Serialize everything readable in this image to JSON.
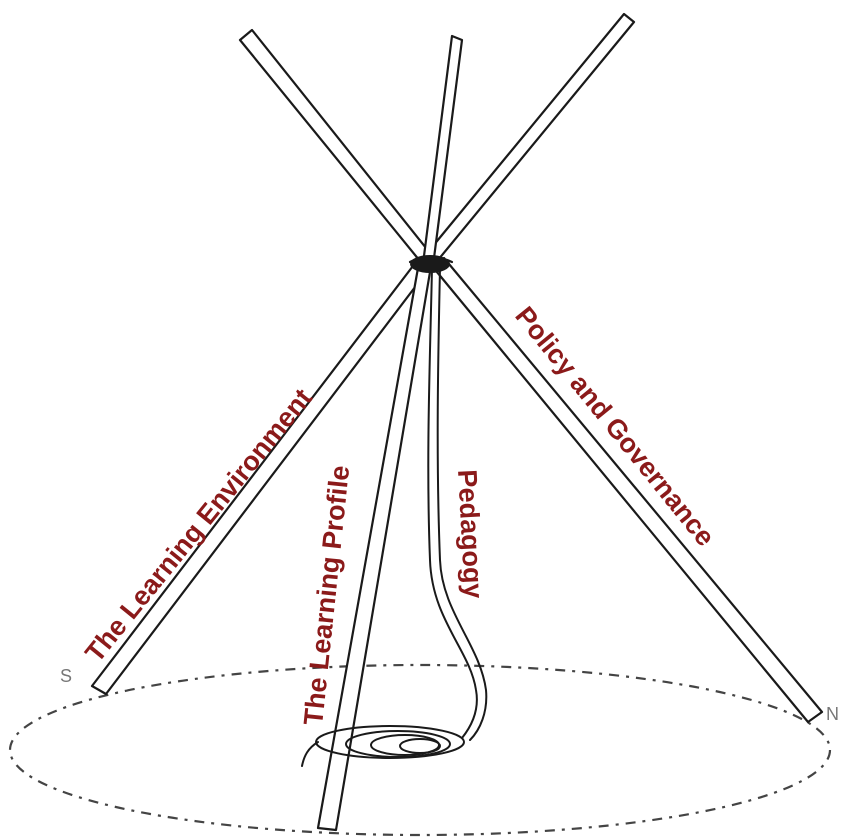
{
  "diagram": {
    "labels": {
      "learning_environment": "The Learning Environment",
      "learning_profile": "The Learning Profile",
      "pedagogy": "Pedagogy",
      "policy_governance": "Policy and Governance"
    },
    "compass": {
      "south": "S",
      "north": "N"
    },
    "colors": {
      "label": "#8b1a1a",
      "line": "#1a1a1a"
    }
  }
}
